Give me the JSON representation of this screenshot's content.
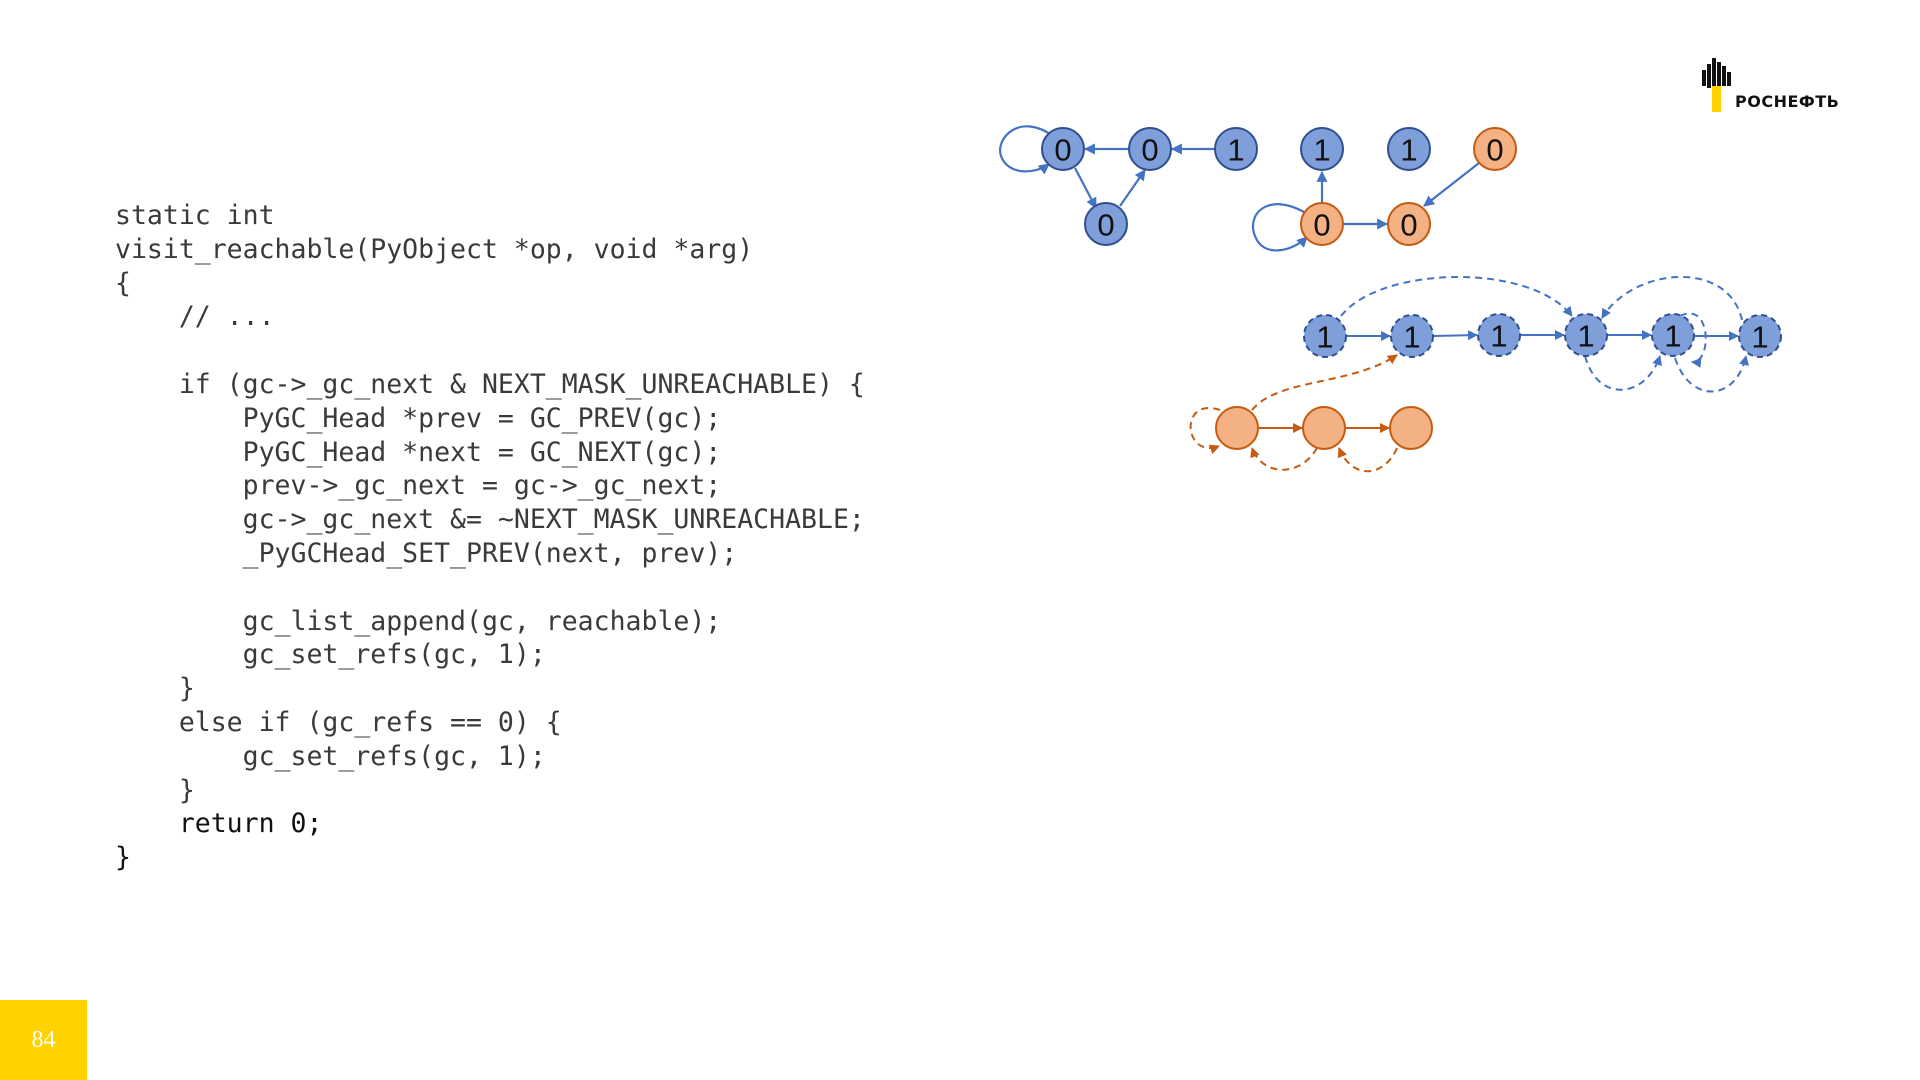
{
  "code_lines": [
    {
      "text": "static int"
    },
    {
      "text": "visit_reachable(PyObject *op, void *arg)"
    },
    {
      "text": "{"
    },
    {
      "text": "    // ..."
    },
    {
      "text": ""
    },
    {
      "text": "    if (gc->_gc_next & NEXT_MASK_UNREACHABLE) {"
    },
    {
      "text": "        PyGC_Head *prev = GC_PREV(gc);"
    },
    {
      "text": "        PyGC_Head *next = GC_NEXT(gc);"
    },
    {
      "text": "        prev->_gc_next = gc->_gc_next;"
    },
    {
      "text": "        gc->_gc_next &= ~NEXT_MASK_UNREACHABLE;"
    },
    {
      "text": "        _PyGCHead_SET_PREV(next, prev);"
    },
    {
      "text": ""
    },
    {
      "text": "        gc_list_append(gc, reachable);"
    },
    {
      "text": "        gc_set_refs(gc, 1);"
    },
    {
      "text": "    }"
    },
    {
      "text": "    else if (gc_refs == 0) {"
    },
    {
      "text": "        gc_set_refs(gc, 1);"
    },
    {
      "text": "    }"
    },
    {
      "text": "    return 0;",
      "dark": true
    },
    {
      "text": "}",
      "dark": true
    }
  ],
  "graph_top": {
    "nodes": [
      {
        "id": "a",
        "label": "0",
        "color": "blue"
      },
      {
        "id": "b",
        "label": "0",
        "color": "blue"
      },
      {
        "id": "c",
        "label": "1",
        "color": "blue"
      },
      {
        "id": "d",
        "label": "0",
        "color": "blue"
      },
      {
        "id": "e",
        "label": "1",
        "color": "blue"
      },
      {
        "id": "f",
        "label": "1",
        "color": "blue"
      },
      {
        "id": "g",
        "label": "0",
        "color": "orange"
      },
      {
        "id": "h",
        "label": "0",
        "color": "orange"
      },
      {
        "id": "i",
        "label": "0",
        "color": "orange"
      }
    ],
    "edges": [
      {
        "from": "a",
        "to": "a",
        "kind": "self-loop"
      },
      {
        "from": "b",
        "to": "a"
      },
      {
        "from": "c",
        "to": "b"
      },
      {
        "from": "a",
        "to": "d"
      },
      {
        "from": "d",
        "to": "b"
      },
      {
        "from": "h",
        "to": "e"
      },
      {
        "from": "h",
        "to": "h",
        "kind": "self-loop"
      },
      {
        "from": "h",
        "to": "i"
      },
      {
        "from": "g",
        "to": "i"
      }
    ]
  },
  "list_reachable": {
    "nodes": [
      {
        "label": "1"
      },
      {
        "label": "1"
      },
      {
        "label": "1"
      },
      {
        "label": "1"
      },
      {
        "label": "1"
      },
      {
        "label": "1"
      }
    ],
    "style": "dashed",
    "color": "blue"
  },
  "list_unreachable": {
    "nodes": [
      {
        "label": ""
      },
      {
        "label": ""
      },
      {
        "label": ""
      }
    ],
    "style": "solid",
    "color": "orange"
  },
  "colors": {
    "blue_fill": "#7f9fdb",
    "blue_stroke": "#2f4f8f",
    "blue_edge": "#4472c4",
    "orange_fill": "#f4b183",
    "orange_stroke": "#c55a11",
    "orange_edge": "#c55a11",
    "page_badge": "#ffd200"
  },
  "logo": {
    "text": "РОСНЕФТЬ"
  },
  "page_number": "84"
}
